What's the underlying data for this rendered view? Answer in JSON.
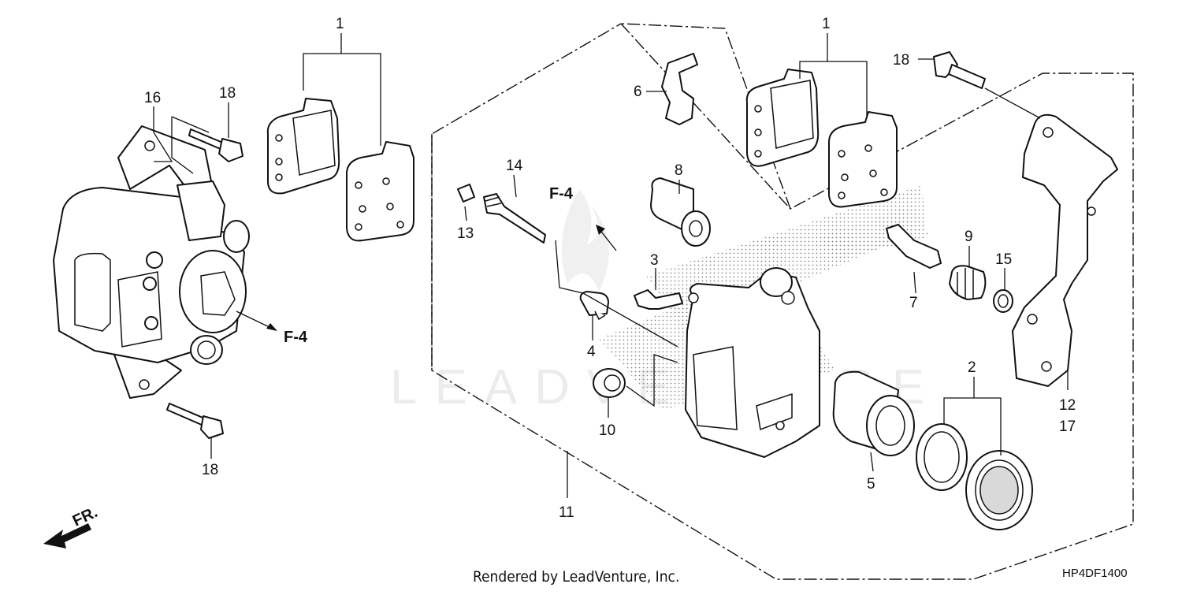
{
  "diagram": {
    "code": "HP4DF1400",
    "credit": "Rendered by LeadVenture, Inc.",
    "watermark": "LEADVENTURE",
    "orientation_label": "FR.",
    "labels": {
      "l1a": "1",
      "l1b": "1",
      "l2": "2",
      "l3": "3",
      "l4": "4",
      "l5": "5",
      "l6": "6",
      "l7": "7",
      "l8": "8",
      "l9": "9",
      "l10": "10",
      "l11": "11",
      "l12": "12",
      "l13": "13",
      "l14": "14",
      "l15": "15",
      "l16": "16",
      "l17": "17",
      "l18a": "18",
      "l18b": "18",
      "l18c": "18",
      "f4a": "F-4",
      "f4b": "F-4"
    }
  }
}
